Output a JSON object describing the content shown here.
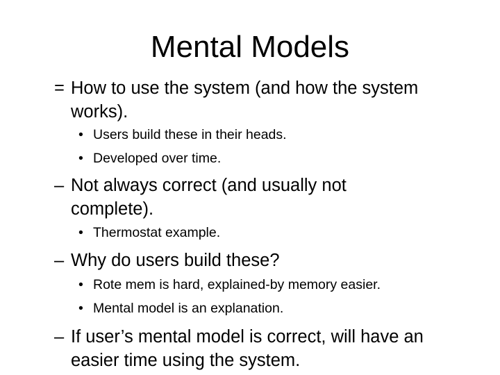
{
  "slide": {
    "title": "Mental Models",
    "points": [
      {
        "marker": "=",
        "line1": "How to use the system (and how the system",
        "line2": "works)."
      },
      {
        "marker": "•",
        "text": "Users build these in their heads."
      },
      {
        "marker": "•",
        "text": "Developed over time."
      },
      {
        "marker": "–",
        "line1": "Not always correct (and usually not",
        "line2": "complete)."
      },
      {
        "marker": "•",
        "text": "Thermostat example."
      },
      {
        "marker": "–",
        "text": "Why do users build these?"
      },
      {
        "marker": "•",
        "text": "Rote mem is hard, explained-by memory easier."
      },
      {
        "marker": "•",
        "text": "Mental model is an explanation."
      },
      {
        "marker": "–",
        "line1": "If user’s mental model is correct, will have an",
        "line2": "easier time using the system."
      }
    ]
  }
}
